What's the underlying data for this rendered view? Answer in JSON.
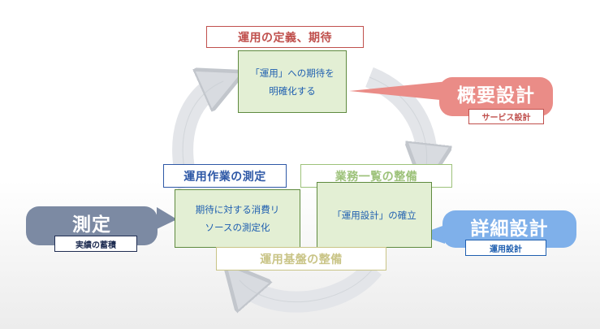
{
  "top_stage": {
    "title": "運用の定義、期待",
    "content_line1": "「運用」への期待を",
    "content_line2": "明確化する"
  },
  "left_stage": {
    "title": "運用作業の測定",
    "content_line1": "期待に対する消費リ",
    "content_line2": "ソースの測定化"
  },
  "right_stage": {
    "title": "業務一覧の整備",
    "content": "「運用設計」の確立"
  },
  "bottom_stage": {
    "title": "運用基盤の整備"
  },
  "callout_outline_design": {
    "label": "概要設計",
    "sub_label": "サービス設計"
  },
  "callout_measure": {
    "label": "測定",
    "sub_label": "実績の蓄積"
  },
  "callout_detail_design": {
    "label": "詳細設計",
    "sub_label": "運用設計"
  },
  "colors": {
    "red": "#c0504d",
    "blue": "#2e58a6",
    "green": "#5f8a3f",
    "olive": "#c9c486",
    "content_text": "#1f5fb0",
    "pink_callout": "#ea8c87",
    "slate_callout": "#7c8aa3",
    "blue_callout": "#7fb0ea",
    "cycle_arrow": "#cfd3d8"
  }
}
